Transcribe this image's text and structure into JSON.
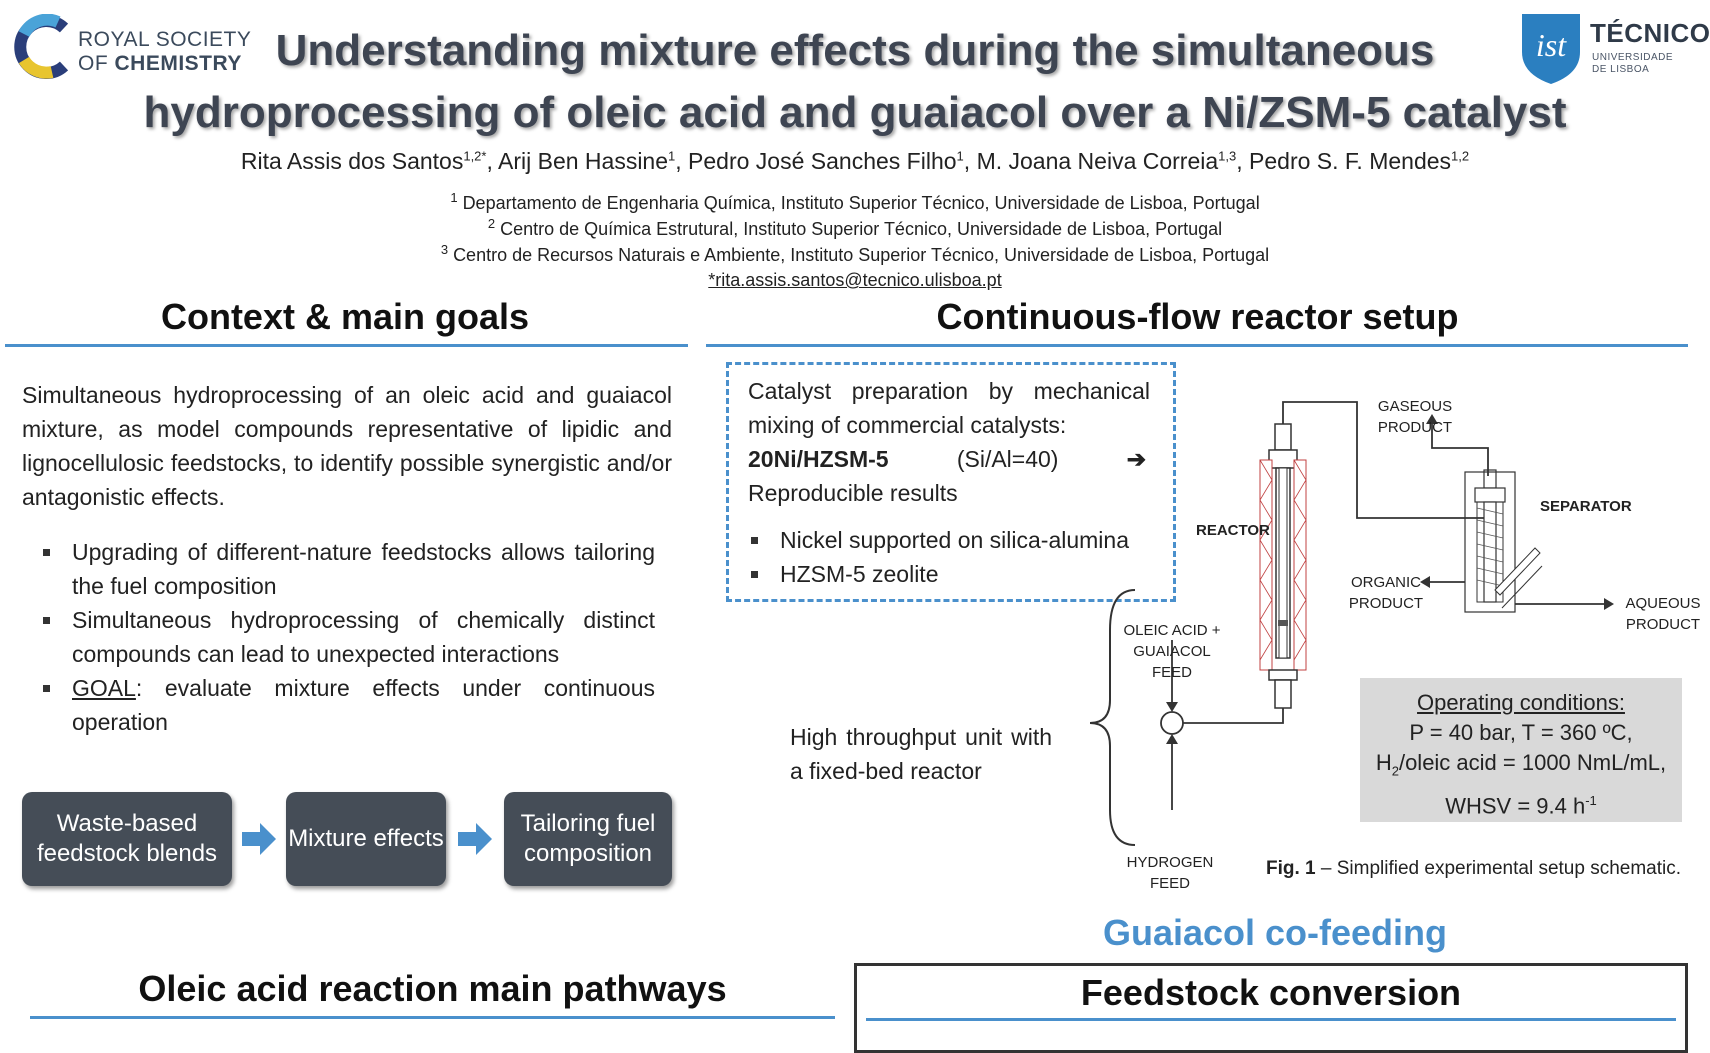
{
  "header": {
    "rsc_logo": {
      "line1": "ROYAL SOCIETY",
      "line2_prefix": "OF ",
      "line2_bold": "CHEMISTRY"
    },
    "title_line1": "Understanding mixture effects during the simultaneous",
    "title_line2": "hydroprocessing of oleic acid and guaiacol over a Ni/ZSM-5 catalyst",
    "ist_logo": {
      "name": "TÉCNICO",
      "sub1": "UNIVERSIDADE",
      "sub2": "DE LISBOA",
      "mark": "ist"
    }
  },
  "authors": [
    {
      "name": "Rita Assis dos Santos",
      "sup": "1,2*"
    },
    {
      "name": "Arij Ben Hassine",
      "sup": "1"
    },
    {
      "name": "Pedro José Sanches Filho",
      "sup": "1"
    },
    {
      "name": "M. Joana Neiva Correia",
      "sup": "1,3"
    },
    {
      "name": "Pedro S. F. Mendes",
      "sup": "1,2"
    }
  ],
  "affiliations": [
    {
      "num": "1",
      "text": "Departamento de Engenharia Química, Instituto Superior Técnico, Universidade de Lisboa, Portugal"
    },
    {
      "num": "2",
      "text": "Centro de Química Estrutural, Instituto Superior Técnico, Universidade de Lisboa, Portugal"
    },
    {
      "num": "3",
      "text": "Centro de Recursos Naturais e Ambiente, Instituto Superior Técnico, Universidade de Lisboa, Portugal"
    }
  ],
  "email": "*rita.assis.santos@tecnico.ulisboa.pt",
  "context": {
    "heading": "Context & main goals",
    "intro": "Simultaneous hydroprocessing of an oleic acid and guaiacol mixture, as model compounds representative of lipidic and lignocellulosic feedstocks, to identify possible synergistic and/or antagonistic effects.",
    "bullet1": "Upgrading of different-nature feedstocks allows tailoring the fuel composition",
    "bullet2": "Simultaneous hydroprocessing of chemically distinct compounds can lead to unexpected interactions",
    "bullet3_goal": "GOAL",
    "bullet3_rest": ": evaluate mixture effects under continuous operation",
    "flow": [
      "Waste-based feedstock blends",
      "Mixture effects",
      "Tailoring fuel composition"
    ]
  },
  "reactor": {
    "heading": "Continuous-flow reactor setup",
    "catalyst_text": "Catalyst preparation by mechanical mixing of commercial catalysts:",
    "catalyst_name": "20Ni/HZSM-5",
    "catalyst_ratio": "(Si/Al=40)",
    "arrow": "➔",
    "reproducible": "Reproducible results",
    "bullets": [
      "Nickel supported on silica-alumina",
      "HZSM-5 zeolite"
    ],
    "high_throughput": "High throughput unit with a fixed-bed reactor",
    "labels": {
      "gaseous_1": "GASEOUS",
      "gaseous_2": "PRODUCT",
      "separator": "SEPARATOR",
      "reactor": "REACTOR",
      "organic_1": "ORGANIC",
      "organic_2": "PRODUCT",
      "aqueous_1": "AQUEOUS",
      "aqueous_2": "PRODUCT",
      "feed_1": "OLEIC ACID +",
      "feed_2": "GUAIACOL",
      "feed_3": "FEED",
      "hydrogen_1": "HYDROGEN",
      "hydrogen_2": "FEED"
    },
    "operating": {
      "title": "Operating conditions:",
      "line1": "P = 40 bar, T = 360 ºC,",
      "line2_a": "H",
      "line2_sub": "2",
      "line2_b": "/oleic acid = 1000 NmL/mL,",
      "line3_a": "WHSV = 9.4 h",
      "line3_sup": "-1"
    },
    "fig_label": "Fig. 1",
    "fig_caption": " – Simplified experimental setup schematic."
  },
  "pathways": {
    "heading": "Oleic acid reaction main pathways"
  },
  "guaiacol": {
    "heading": "Guaiacol co-feeding",
    "sub_heading": "Feedstock conversion"
  },
  "colors": {
    "accent": "#4a90cc",
    "flow_box": "#454d57",
    "title": "#3e4552",
    "op_bg": "#d9d9d9"
  }
}
